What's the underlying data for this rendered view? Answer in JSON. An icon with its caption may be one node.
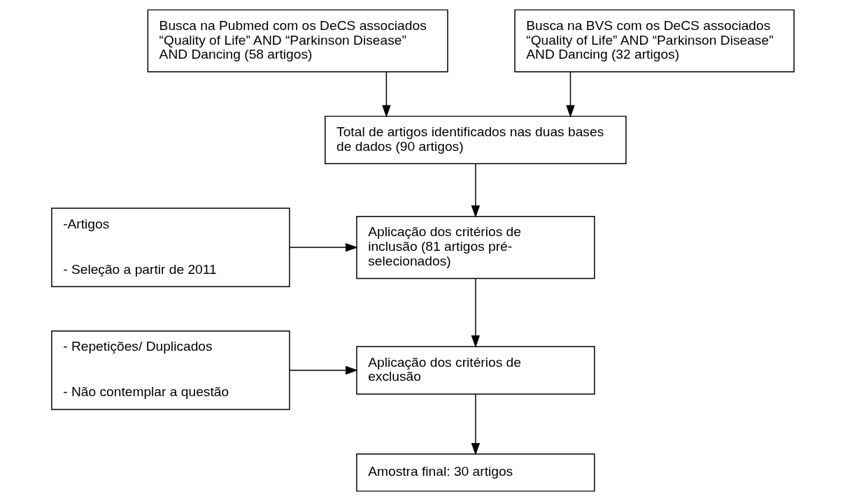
{
  "diagram": {
    "nodes": [
      {
        "text": [
          "Busca na Pubmed com os DeCS associados  “Quality of Life” AND “Parkinson Disease” AND Dancing (58 artigos)"
        ]
      },
      {
        "text": [
          "Busca na BVS com os DeCS associados “Quality of Life” AND “Parkinson Disease” AND Dancing (32 artigos)"
        ]
      },
      {
        "text": [
          "Total de artigos identificados nas duas bases de dados (90 artigos)"
        ]
      },
      {
        "text": [
          "Aplicação dos critérios de inclusão (81 artigos pré-selecionados)"
        ]
      },
      {
        "text": [
          "-Artigos",
          "- Seleção a partir de 2011"
        ]
      },
      {
        "text": [
          "Aplicação dos critérios de exclusão"
        ]
      },
      {
        "text": [
          "- Repetições/ Duplicados",
          "- Não contemplar a questão"
        ]
      },
      {
        "text": [
          "Amostra final: 30 artigos"
        ]
      }
    ],
    "edges": [
      {
        "from": 0,
        "to": 2,
        "arrow": "to"
      },
      {
        "from": 1,
        "to": 2,
        "arrow": "to"
      },
      {
        "from": 2,
        "to": 3,
        "arrow": "to"
      },
      {
        "from": 4,
        "to": 3,
        "arrow": "to"
      },
      {
        "from": 3,
        "to": 5,
        "arrow": "to"
      },
      {
        "from": 6,
        "to": 5,
        "arrow": "to"
      },
      {
        "from": 5,
        "to": 7,
        "arrow": "to"
      }
    ]
  }
}
